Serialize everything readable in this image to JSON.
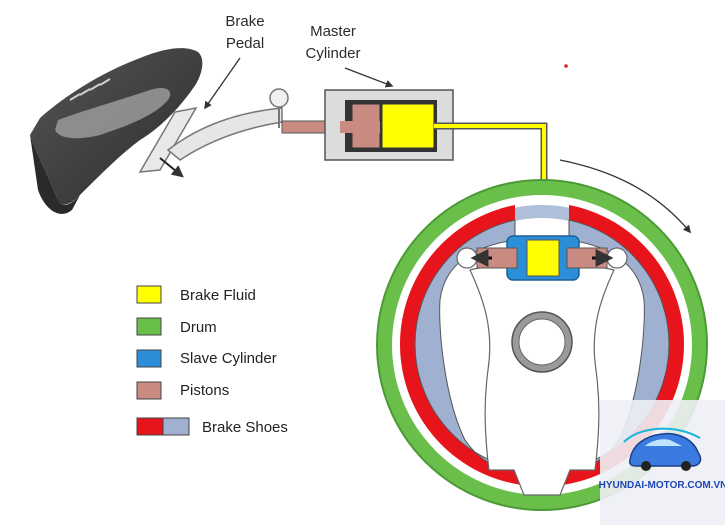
{
  "labels": {
    "brake_pedal": [
      "Brake",
      "Pedal"
    ],
    "master_cylinder": [
      "Master",
      "Cylinder"
    ]
  },
  "legend": [
    {
      "key": "brake_fluid",
      "label": "Brake Fluid",
      "color": "#ffff00"
    },
    {
      "key": "drum",
      "label": "Drum",
      "color": "#6abf4b"
    },
    {
      "key": "slave_cylinder",
      "label": "Slave Cylinder",
      "color": "#2a8fd8"
    },
    {
      "key": "pistons",
      "label": "Pistons",
      "color": "#c98a82"
    },
    {
      "key": "brake_shoes",
      "label": "Brake Shoes",
      "colors": [
        "#e8141c",
        "#9fb0d0"
      ]
    }
  ],
  "colors": {
    "brake_fluid": "#ffff00",
    "drum_green": "#6abf4b",
    "shoe_red": "#e8141c",
    "shoe_blue": "#9fb0d0",
    "slave_blue": "#2a8fd8",
    "piston": "#c98a82",
    "cylinder_body": "#d8d8d8",
    "shoe_sole": "#4a4a4a"
  },
  "icons": {
    "shoe": "shoe-icon",
    "watermark_car": "car-logo-icon"
  },
  "watermark": {
    "text": "HYUNDAI-MOTOR.COM.VN"
  }
}
